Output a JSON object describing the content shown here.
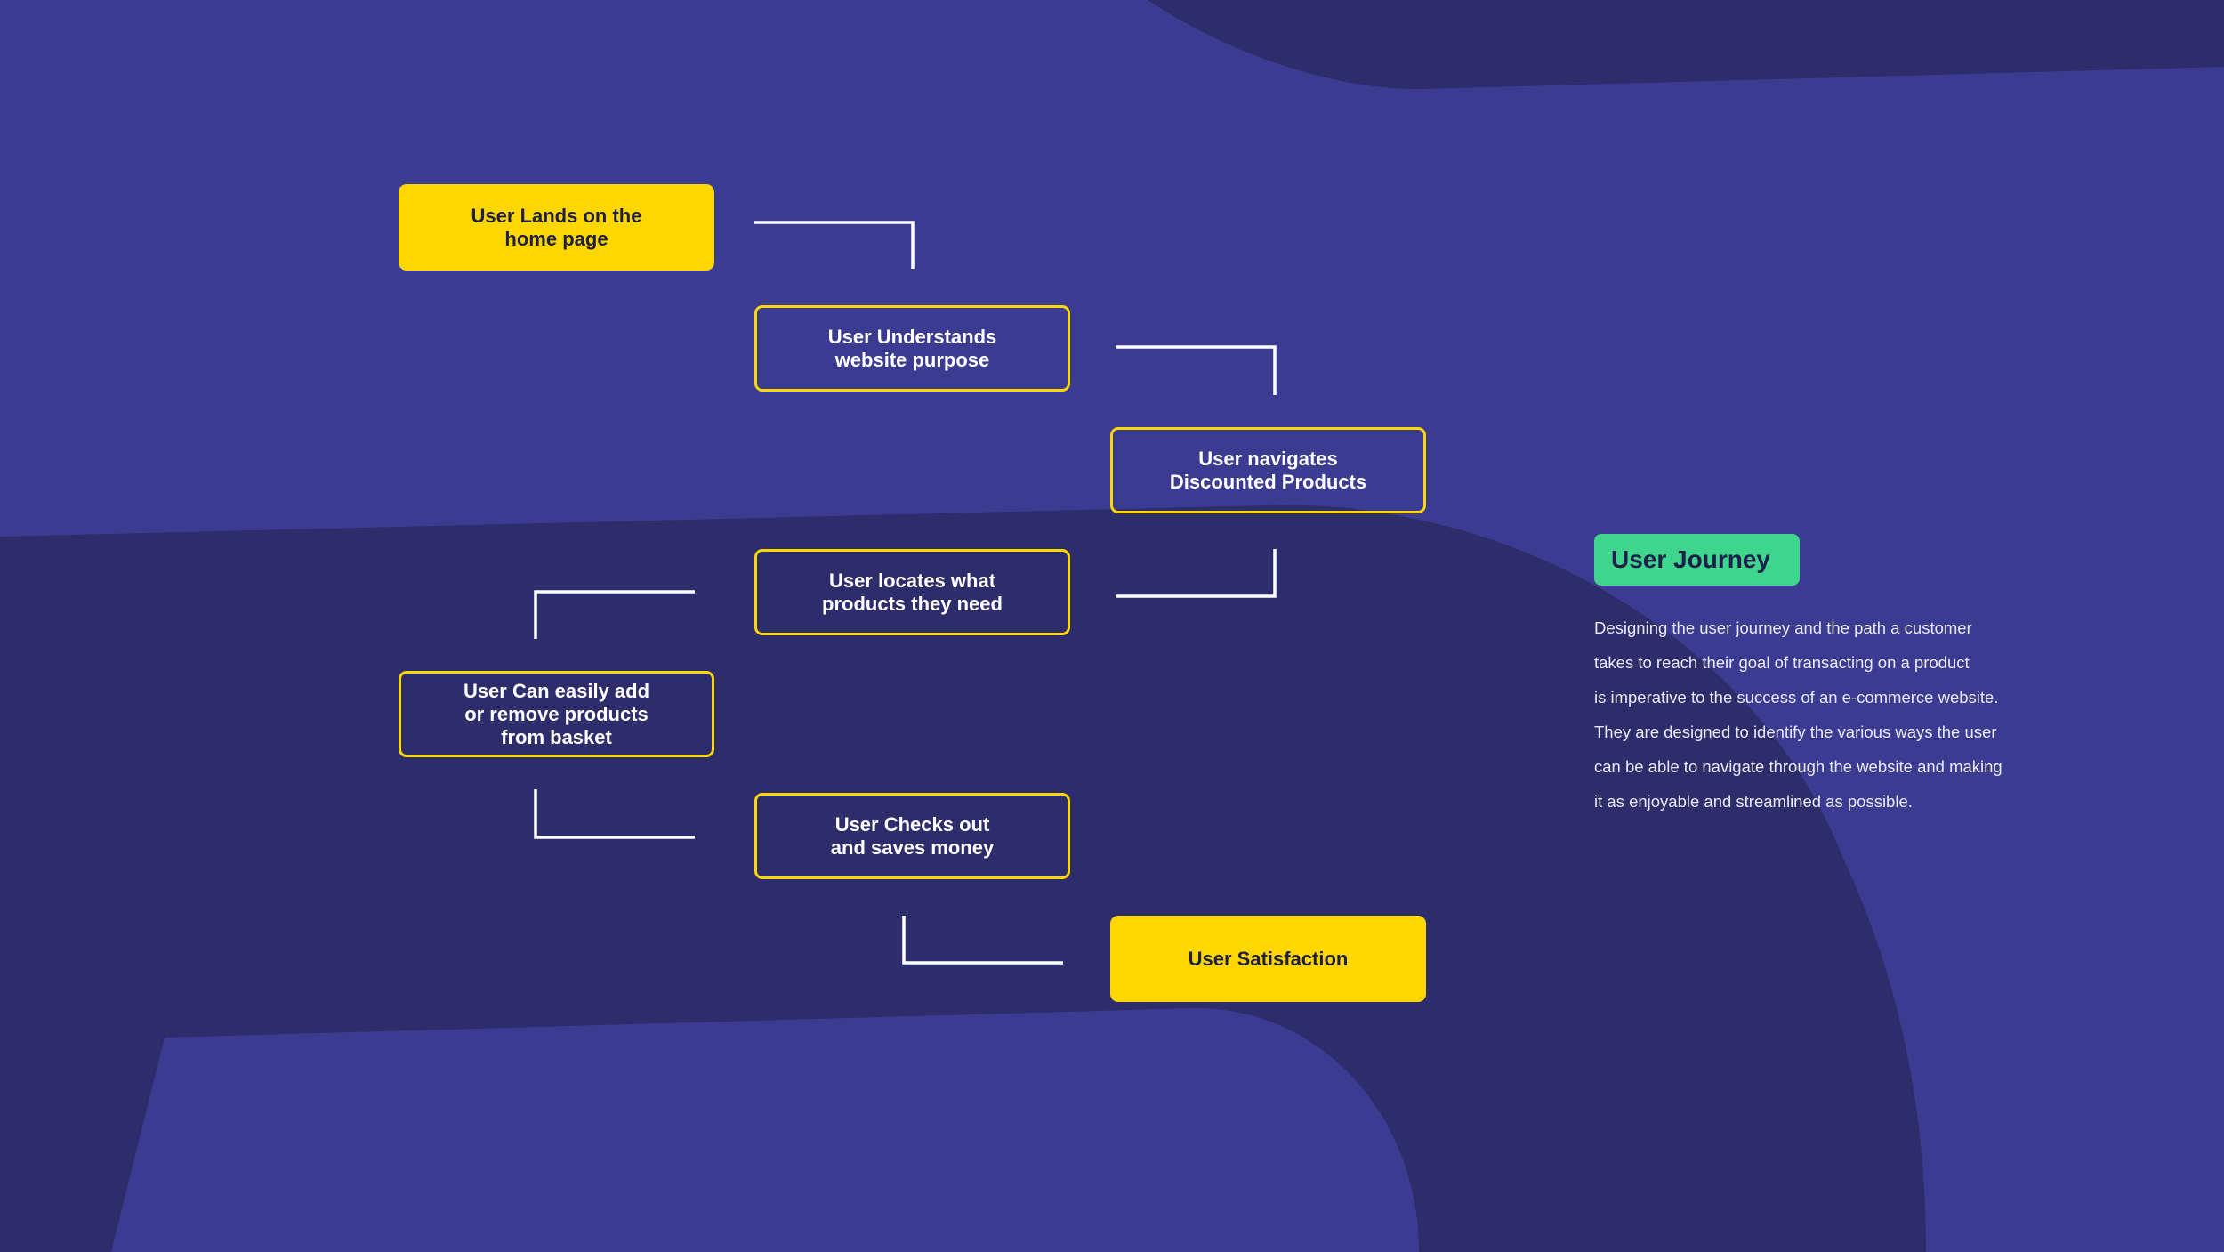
{
  "colors": {
    "background": "#3B3C91",
    "background_dark": "#2E2D6C",
    "step_yellow": "#FED700",
    "badge_green": "#3DD68C",
    "connector": "#FFFFFF",
    "text_dark": "#1E1F4B",
    "text_light": "#FFFFFF"
  },
  "steps": [
    {
      "label": "User Lands on the\nhome page",
      "style": "filled"
    },
    {
      "label": "User Understands\nwebsite purpose",
      "style": "outlined"
    },
    {
      "label": "User navigates\nDiscounted Products",
      "style": "outlined"
    },
    {
      "label": "User locates what\nproducts they need",
      "style": "outlined"
    },
    {
      "label": "User Can easily add\nor remove products\nfrom basket",
      "style": "outlined"
    },
    {
      "label": "User Checks out\nand saves money",
      "style": "outlined"
    },
    {
      "label": "User Satisfaction",
      "style": "filled"
    }
  ],
  "sidebar": {
    "badge": "User Journey",
    "description_lines": [
      "Designing the user journey and the path a customer",
      "takes to reach their goal of transacting on a product",
      "is imperative to the success of an e-commerce website.",
      "They are designed to identify the various ways the user",
      "can be able to navigate through the website and making",
      "it as enjoyable and streamlined as possible."
    ]
  }
}
